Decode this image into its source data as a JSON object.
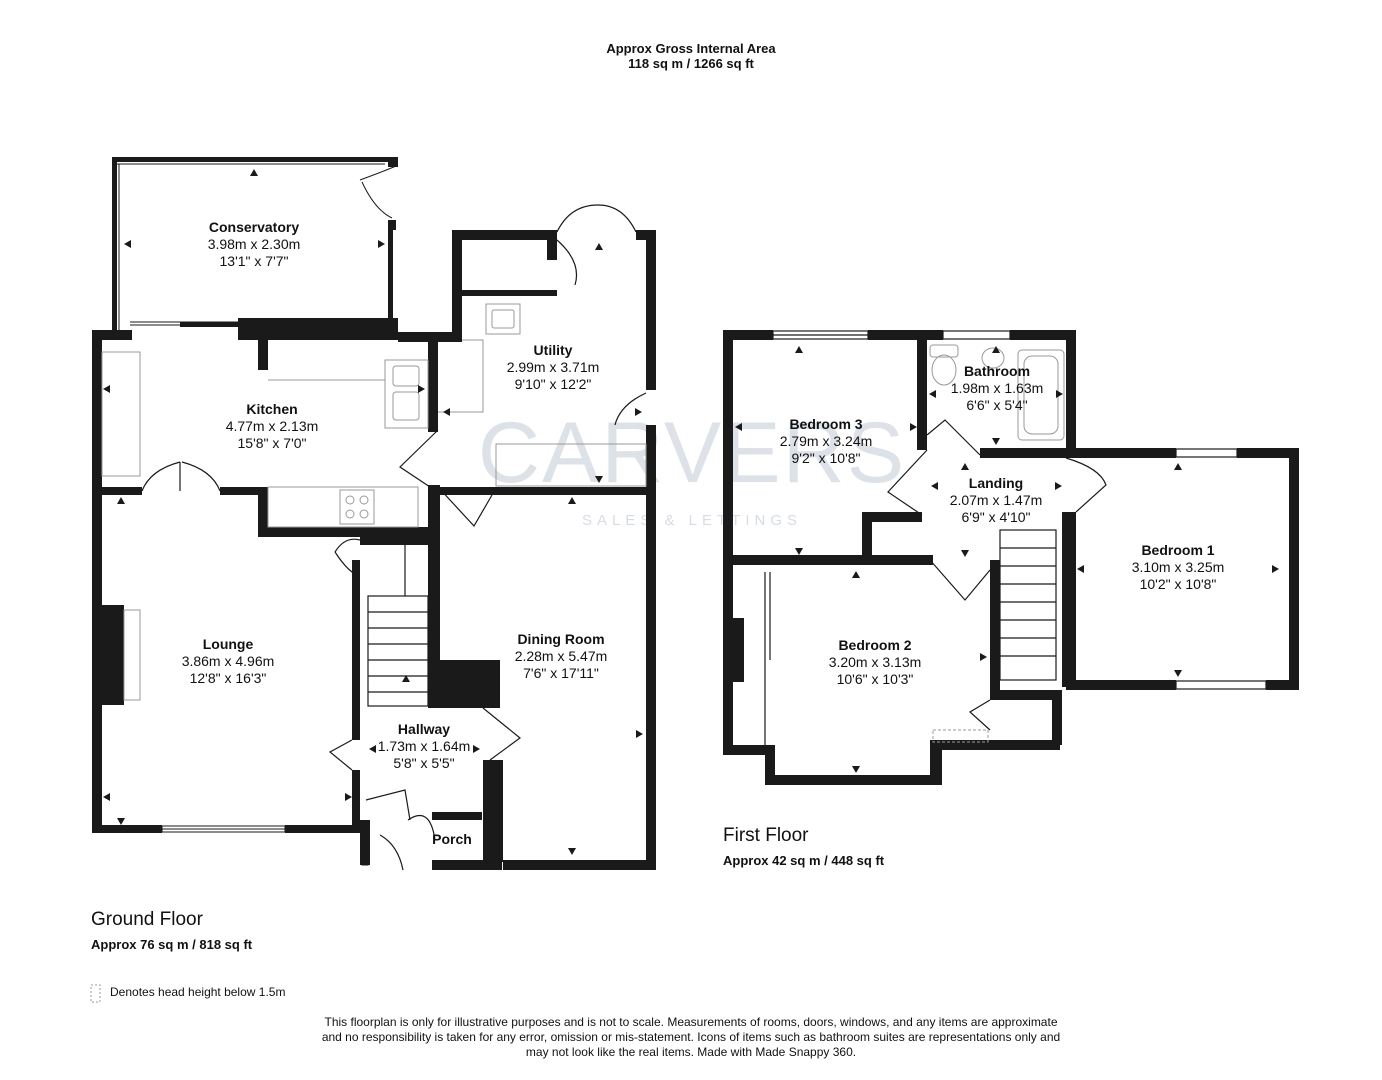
{
  "header": {
    "title": "Approx Gross Internal Area",
    "total_area": "118 sq m / 1266 sq ft"
  },
  "watermark": {
    "brand": "CARVERS",
    "tagline": "SALES & LETTINGS"
  },
  "ground_floor": {
    "title": "Ground Floor",
    "area": "Approx 76 sq m / 818 sq ft",
    "rooms": {
      "conservatory": {
        "name": "Conservatory",
        "metric": "3.98m x 2.30m",
        "imperial": "13'1\" x 7'7\""
      },
      "kitchen": {
        "name": "Kitchen",
        "metric": "4.77m x 2.13m",
        "imperial": "15'8\" x 7'0\""
      },
      "utility": {
        "name": "Utility",
        "metric": "2.99m x 3.71m",
        "imperial": "9'10\" x 12'2\""
      },
      "lounge": {
        "name": "Lounge",
        "metric": "3.86m x 4.96m",
        "imperial": "12'8\" x 16'3\""
      },
      "dining": {
        "name": "Dining Room",
        "metric": "2.28m x 5.47m",
        "imperial": "7'6\" x 17'11\""
      },
      "hallway": {
        "name": "Hallway",
        "metric": "1.73m x 1.64m",
        "imperial": "5'8\" x 5'5\""
      },
      "porch": {
        "name": "Porch"
      }
    }
  },
  "first_floor": {
    "title": "First Floor",
    "area": "Approx 42 sq m / 448 sq ft",
    "rooms": {
      "bedroom3": {
        "name": "Bedroom 3",
        "metric": "2.79m x 3.24m",
        "imperial": "9'2\" x 10'8\""
      },
      "bathroom": {
        "name": "Bathroom",
        "metric": "1.98m x 1.63m",
        "imperial": "6'6\" x 5'4\""
      },
      "landing": {
        "name": "Landing",
        "metric": "2.07m x 1.47m",
        "imperial": "6'9\" x 4'10\""
      },
      "bedroom1": {
        "name": "Bedroom 1",
        "metric": "3.10m x 3.25m",
        "imperial": "10'2\" x 10'8\""
      },
      "bedroom2": {
        "name": "Bedroom 2",
        "metric": "3.20m x 3.13m",
        "imperial": "10'6\" x 10'3\""
      }
    }
  },
  "legend": {
    "text": "Denotes head height below 1.5m"
  },
  "disclaimer": {
    "line1": "This floorplan is only for illustrative purposes and is not to scale. Measurements of rooms, doors, windows, and any items are approximate",
    "line2": "and no responsibility is taken for any error, omission or mis-statement. Icons of items such as bathroom suites are representations only and",
    "line3": "may not look like the real items. Made with Made Snappy 360."
  },
  "colors": {
    "wall": "#1a1a1a",
    "fixture": "#999999",
    "watermark": "#c3ccd6"
  }
}
